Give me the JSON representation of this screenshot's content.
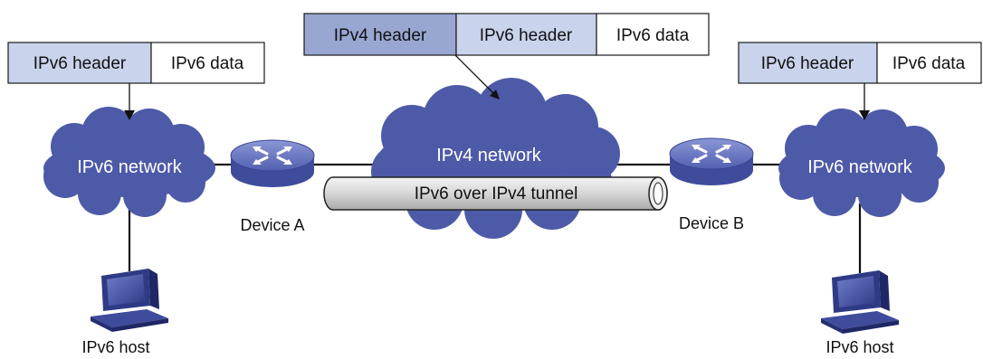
{
  "packets": {
    "left": {
      "header": "IPv6 header",
      "data": "IPv6 data"
    },
    "center": {
      "outer_header": "IPv4 header",
      "inner_header": "IPv6 header",
      "data": "IPv6 data"
    },
    "right": {
      "header": "IPv6 header",
      "data": "IPv6 data"
    }
  },
  "networks": {
    "left": "IPv6 network",
    "center": "IPv4 network",
    "right": "IPv6 network"
  },
  "tunnel": {
    "label": "IPv6 over IPv4 tunnel"
  },
  "devices": {
    "a": "Device A",
    "b": "Device B"
  },
  "hosts": {
    "left": "IPv6 host",
    "right": "IPv6 host"
  },
  "colors": {
    "cloud": "#4d5aa8",
    "router_body": "#4f5eb0",
    "ipv4_header": "#98a7d2",
    "ipv6_header": "#c9d3ec",
    "tunnel": "#d4d4d4"
  }
}
